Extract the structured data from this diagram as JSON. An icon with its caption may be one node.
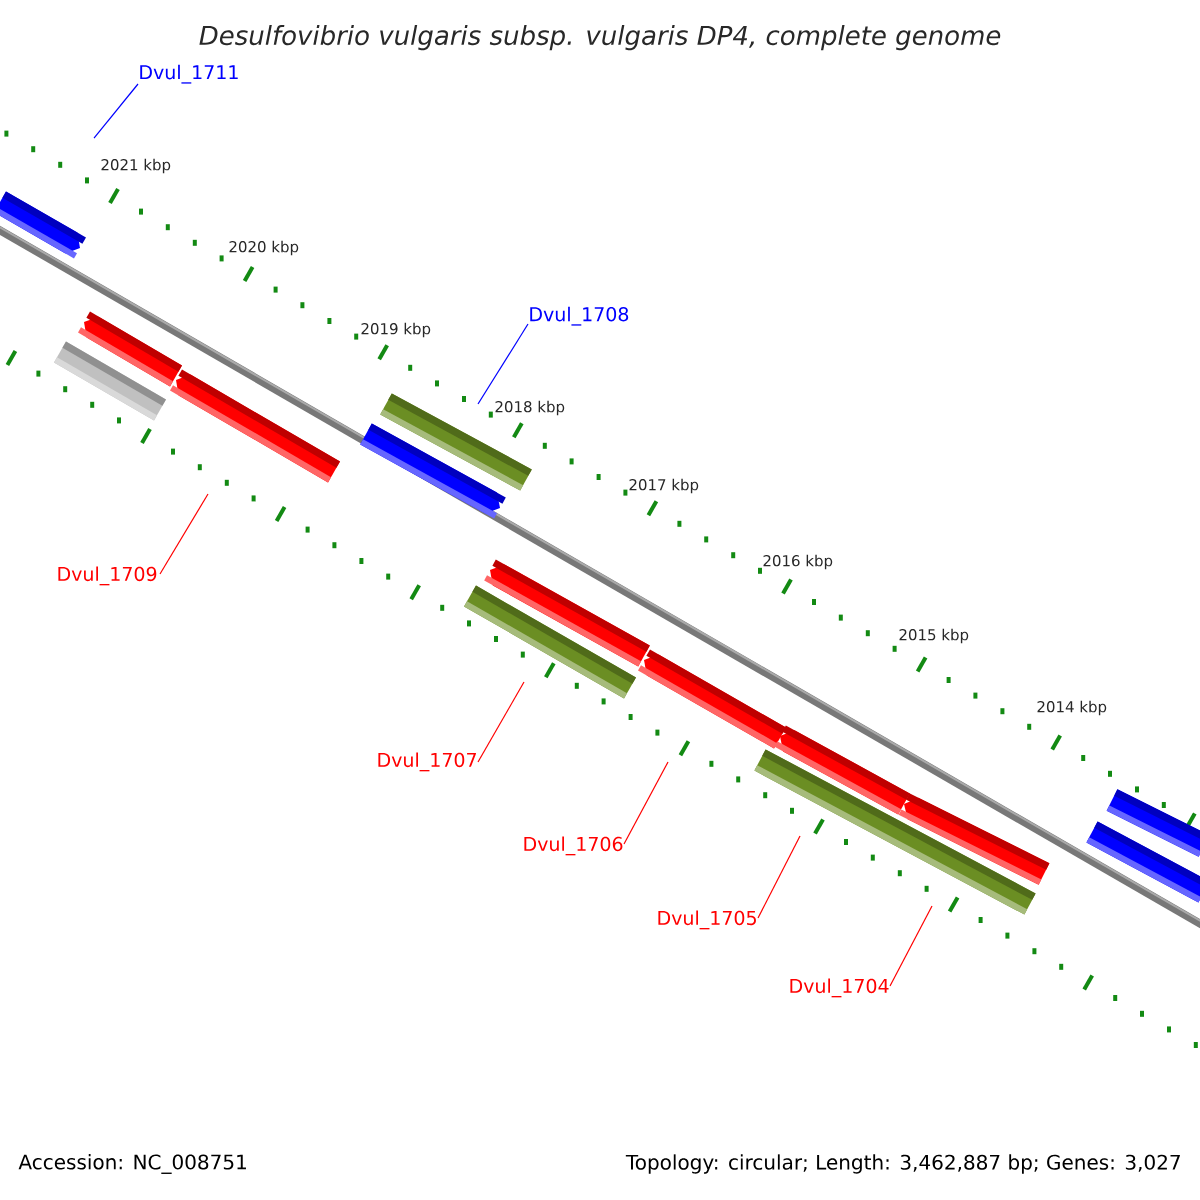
{
  "diagram": {
    "title": "Desulfovibrio vulgaris subsp. vulgaris DP4, complete genome",
    "nodes": [
      {
        "text": [
          "Dvul_1711"
        ]
      },
      {
        "text": [
          "Dvul_1708"
        ]
      },
      {
        "text": [
          "Dvul_1709"
        ]
      },
      {
        "text": [
          "Dvul_1707"
        ]
      },
      {
        "text": [
          "Dvul_1706"
        ]
      },
      {
        "text": [
          "Dvul_1705"
        ]
      },
      {
        "text": [
          "Dvul_1704"
        ]
      }
    ],
    "edges": [
      {
        "from": 0,
        "to": null,
        "arrow": "none",
        "color": "#0000ff"
      },
      {
        "from": 1,
        "to": null,
        "arrow": "none",
        "color": "#0000ff"
      },
      {
        "from": 2,
        "to": null,
        "arrow": "none"
      },
      {
        "from": 3,
        "to": null,
        "arrow": "none"
      },
      {
        "from": 4,
        "to": null,
        "arrow": "none"
      },
      {
        "from": 5,
        "to": null,
        "arrow": "none"
      },
      {
        "from": 6,
        "to": null,
        "arrow": "none"
      }
    ],
    "labels": [
      "2021 kbp",
      "2020 kbp",
      "2019 kbp",
      "2018 kbp",
      "2017 kbp",
      "2016 kbp",
      "2015 kbp",
      "2014 kbp",
      "Accession: NC_008751",
      "Topology: circular; Length: 3,462,887 bp; Genes: 3,027"
    ]
  }
}
